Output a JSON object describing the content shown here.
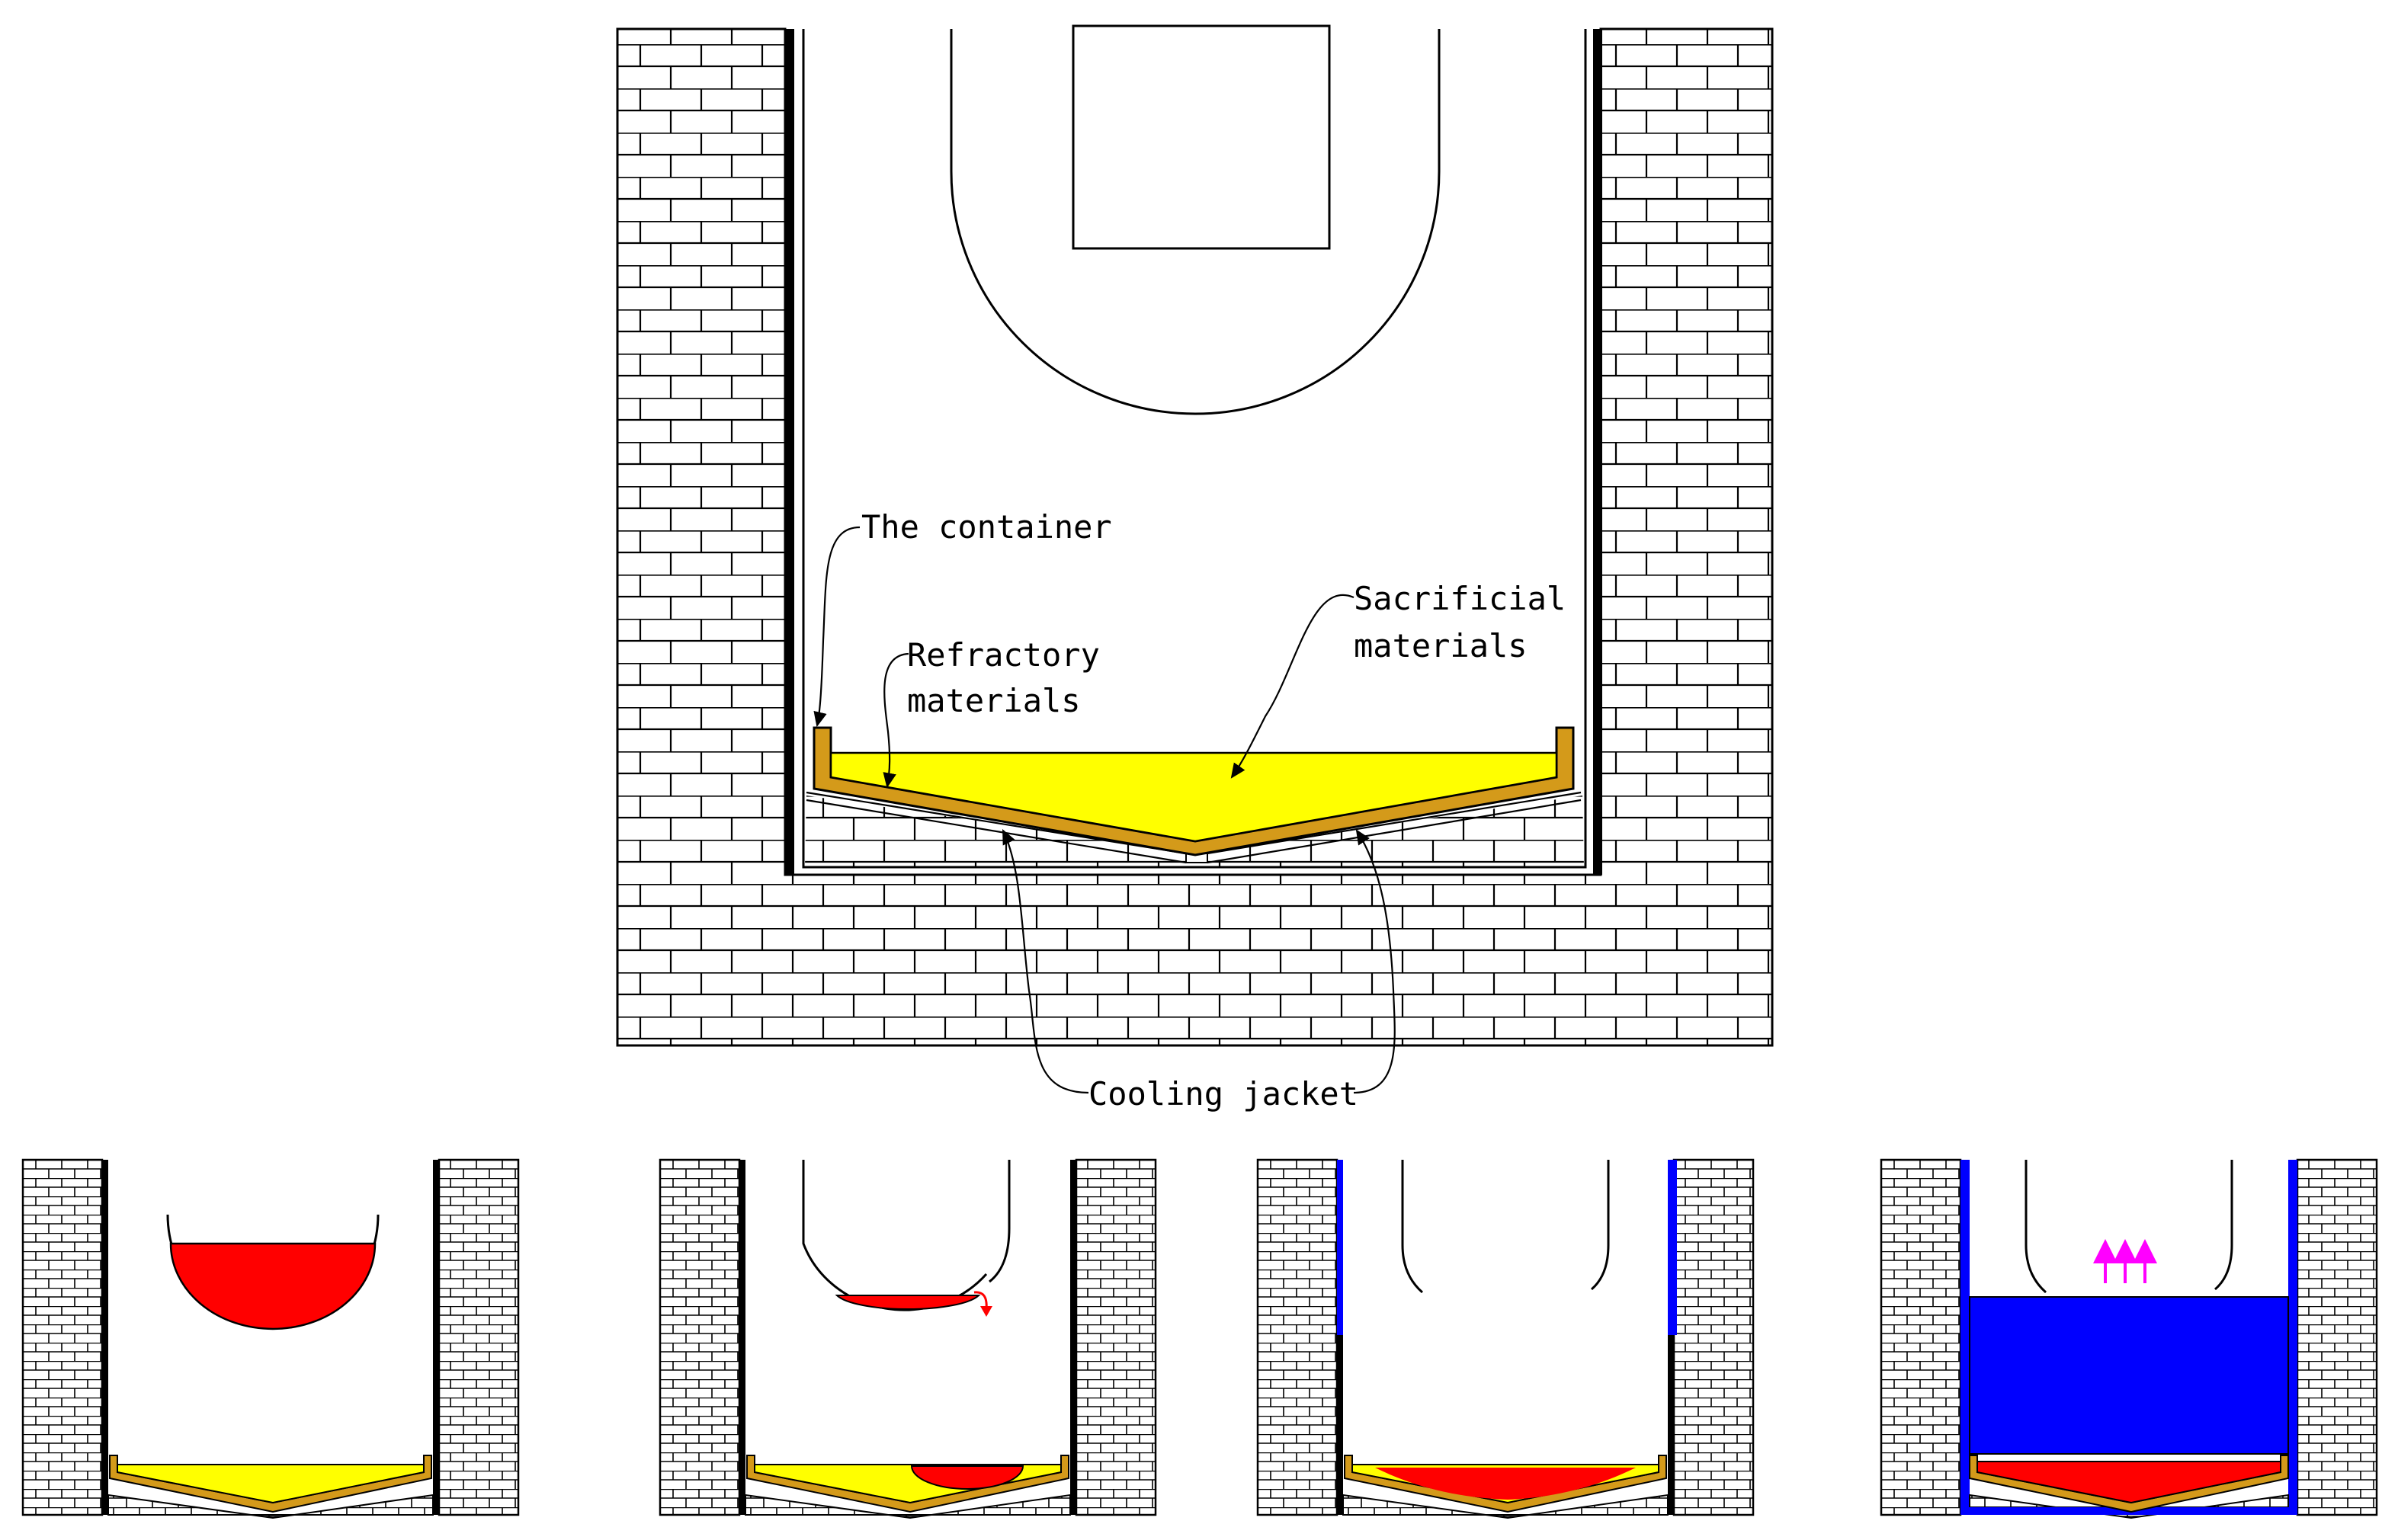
{
  "labels": {
    "container": "The container",
    "refractory_1": "Refractory",
    "refractory_2": "materials",
    "sacrificial_1": "Sacrificial",
    "sacrificial_2": "materials",
    "cooling": "Cooling jacket"
  },
  "colors": {
    "sacrificial": "#ffff00",
    "refractory": "#d49a1a",
    "melt": "#ff0000",
    "water": "#0000ff",
    "vapor_arrows": "#ff00ff",
    "outline": "#000000",
    "brick_fill": "#ffffff"
  }
}
